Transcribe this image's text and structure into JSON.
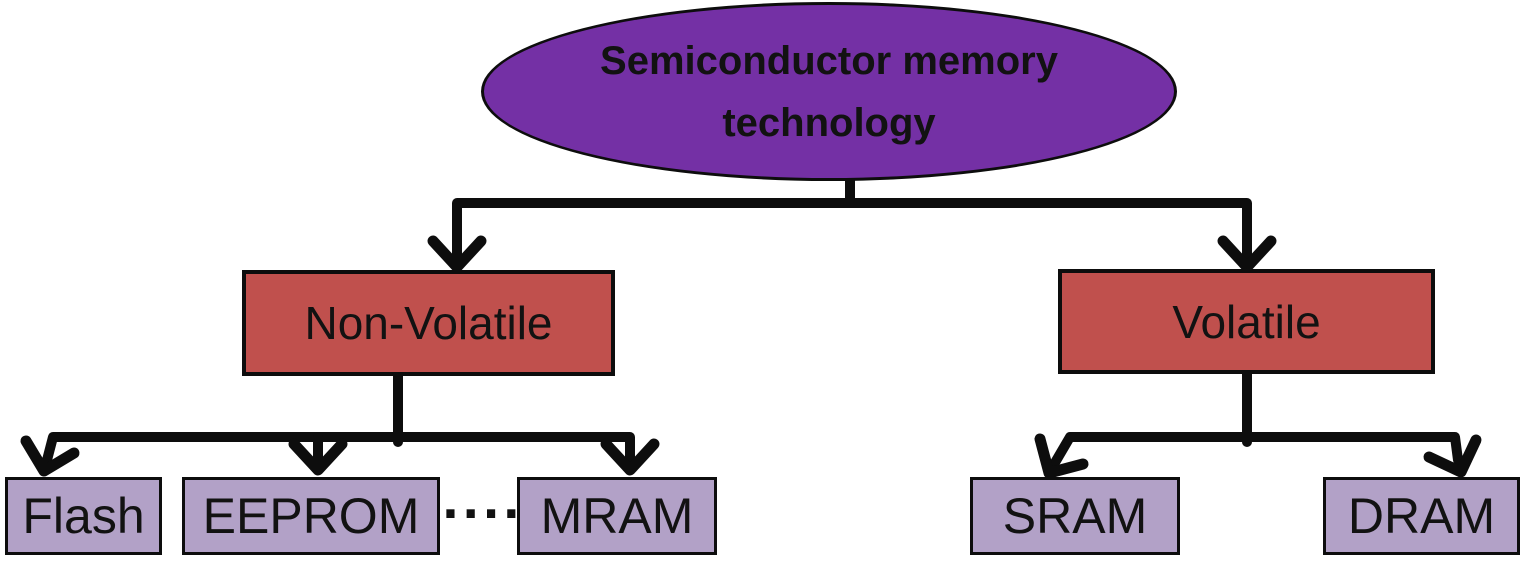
{
  "diagram": {
    "background": "#ffffff",
    "colors": {
      "root_fill": "#7430a5",
      "branch_fill": "#c0504d",
      "leaf_fill": "#b2a1c7",
      "line": "#0d0d0d",
      "text": "#121212"
    },
    "nodes": {
      "root": {
        "label": "Semiconductor memory technology",
        "type": "root"
      },
      "non_volatile": {
        "label": "Non-Volatile",
        "type": "branch"
      },
      "volatile": {
        "label": "Volatile",
        "type": "branch"
      },
      "flash": {
        "label": "Flash",
        "type": "leaf"
      },
      "eeprom": {
        "label": "EEPROM",
        "type": "leaf"
      },
      "mram": {
        "label": "MRAM",
        "type": "leaf"
      },
      "sram": {
        "label": "SRAM",
        "type": "leaf"
      },
      "dram": {
        "label": "DRAM",
        "type": "leaf"
      }
    },
    "ellipsis_between_eeprom_and_mram": "····",
    "edges": [
      {
        "from": "root",
        "to": "non_volatile"
      },
      {
        "from": "root",
        "to": "volatile"
      },
      {
        "from": "non_volatile",
        "to": "flash"
      },
      {
        "from": "non_volatile",
        "to": "eeprom"
      },
      {
        "from": "non_volatile",
        "to": "mram"
      },
      {
        "from": "volatile",
        "to": "sram"
      },
      {
        "from": "volatile",
        "to": "dram"
      }
    ]
  }
}
